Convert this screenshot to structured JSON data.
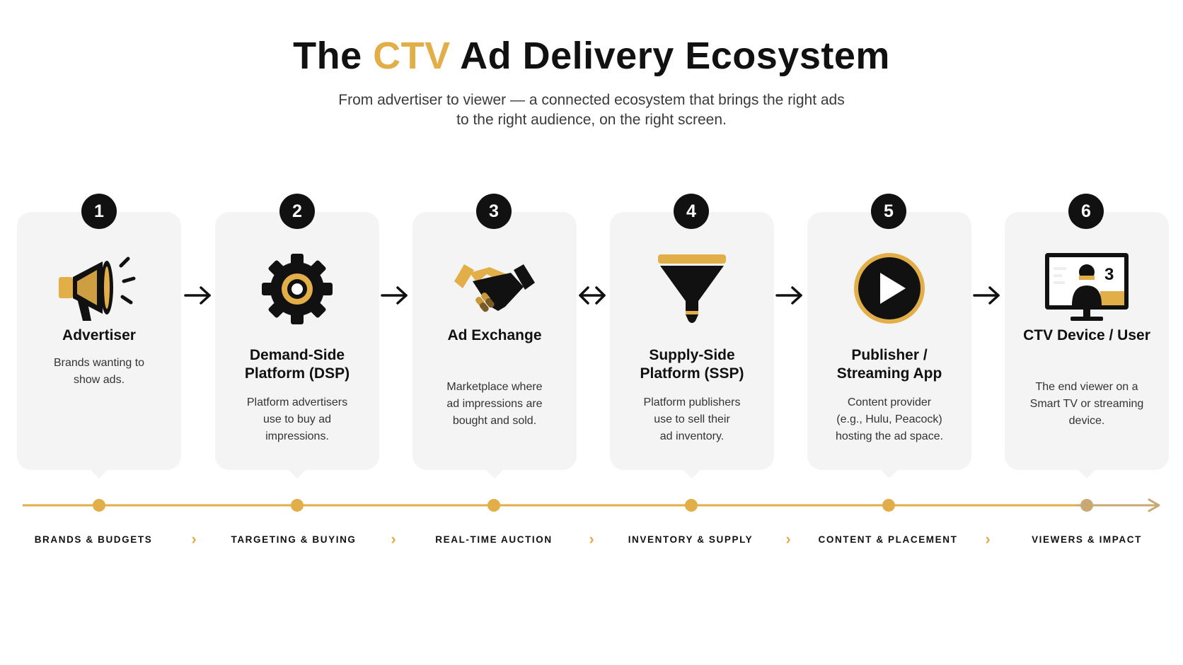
{
  "header": {
    "title_pre": "The ",
    "title_accent": "CTV",
    "title_post": " Ad Delivery Ecosystem",
    "subtitle_line1": "From advertiser to viewer — a connected ecosystem that brings the right ads",
    "subtitle_line2": "to the right audience, on the right screen."
  },
  "colors": {
    "accent": "#E2AE48",
    "dark": "#111111",
    "card": "#f4f4f5"
  },
  "steps": [
    {
      "number": "1",
      "icon": "megaphone-icon",
      "name_line1": "Advertiser",
      "name_line2": "",
      "desc_line1": "Brands wanting to",
      "desc_line2": "show ads.",
      "desc_line3": ""
    },
    {
      "number": "2",
      "icon": "gear-icon",
      "name_line1": "Demand-Side",
      "name_line2": "Platform (DSP)",
      "desc_line1": "Platform advertisers",
      "desc_line2": "use to buy ad",
      "desc_line3": "impressions."
    },
    {
      "number": "3",
      "icon": "handshake-icon",
      "name_line1": "Ad Exchange",
      "name_line2": "",
      "desc_line1": "Marketplace where",
      "desc_line2": "ad impressions are",
      "desc_line3": "bought and sold."
    },
    {
      "number": "4",
      "icon": "funnel-icon",
      "name_line1": "Supply-Side",
      "name_line2": "Platform (SSP)",
      "desc_line1": "Platform publishers",
      "desc_line2": "use to sell their",
      "desc_line3": "ad inventory."
    },
    {
      "number": "5",
      "icon": "play-button-icon",
      "name_line1": "Publisher /",
      "name_line2": "Streaming App",
      "desc_line1": "Content provider",
      "desc_line2": "(e.g., Hulu, Peacock)",
      "desc_line3": "hosting the ad space."
    },
    {
      "number": "6",
      "icon": "tv-viewer-icon",
      "name_line1": "CTV Device / User",
      "name_line2": "",
      "desc_line1": "The end viewer on a",
      "desc_line2": "Smart TV or streaming",
      "desc_line3": "device."
    }
  ],
  "stages": [
    "BRANDS & BUDGETS",
    "TARGETING & BUYING",
    "REAL-TIME AUCTION",
    "INVENTORY & SUPPLY",
    "CONTENT & PLACEMENT",
    "VIEWERS & IMPACT"
  ],
  "connectors": [
    "right-arrow",
    "right-arrow",
    "bidirectional-arrow",
    "right-arrow",
    "right-arrow"
  ]
}
